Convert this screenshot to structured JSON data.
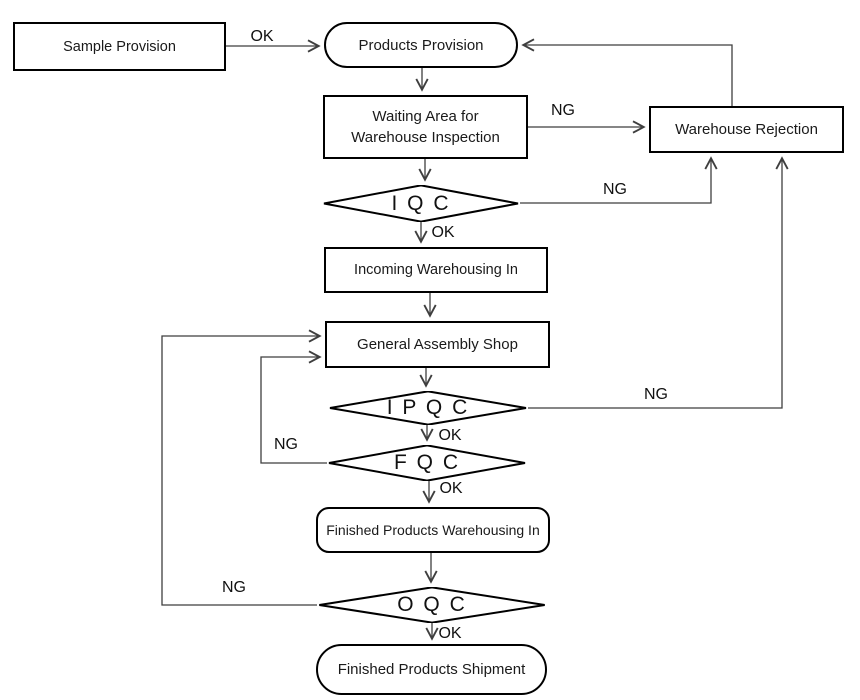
{
  "diagram": {
    "title": "Quality control process flowchart",
    "colors": {
      "background": "#ffffff",
      "node_border": "#000000",
      "connector": "#3f3f3f",
      "text": "#1a1a1a"
    },
    "nodes": {
      "sample_provision": {
        "label": "Sample Provision",
        "shape": "rect"
      },
      "products_provision": {
        "label": "Products Provision",
        "shape": "stadium"
      },
      "waiting_area": {
        "label": "Waiting Area for\nWarehouse Inspection",
        "shape": "rect"
      },
      "warehouse_rejection": {
        "label": "Warehouse Rejection",
        "shape": "rect"
      },
      "iqc": {
        "label": "I Q C",
        "shape": "diamond"
      },
      "incoming_warehousing": {
        "label": "Incoming Warehousing In",
        "shape": "rect"
      },
      "general_assembly_shop": {
        "label": "General Assembly Shop",
        "shape": "rect"
      },
      "ipqc": {
        "label": "I P Q C",
        "shape": "diamond"
      },
      "fqc": {
        "label": "F Q C",
        "shape": "diamond"
      },
      "finished_warehousing": {
        "label": "Finished Products Warehousing In",
        "shape": "rounded-rect"
      },
      "oqc": {
        "label": "O Q C",
        "shape": "diamond"
      },
      "finished_shipment": {
        "label": "Finished Products Shipment",
        "shape": "stadium"
      }
    },
    "labels": {
      "sample_ok": "OK",
      "waiting_ng": "NG",
      "iqc_ng": "NG",
      "iqc_ok": "OK",
      "ipqc_ng": "NG",
      "ipqc_ok": "OK",
      "fqc_ng": "NG",
      "fqc_ok": "OK",
      "oqc_ng": "NG",
      "oqc_ok": "OK"
    }
  }
}
